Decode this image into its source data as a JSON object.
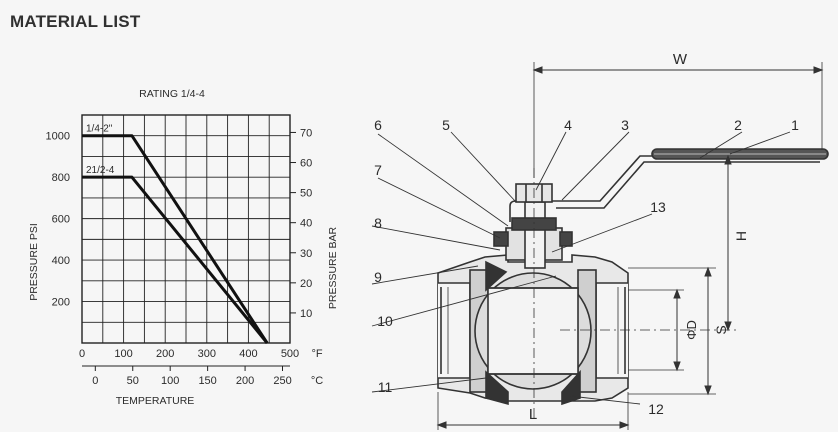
{
  "page": {
    "title": "MATERIAL LIST"
  },
  "chart_data": {
    "type": "line",
    "title": "RATING  1/4-4",
    "xlabel": "TEMPERATURE",
    "ylabel": "PRESSURE PSI",
    "y2label": "PRESSURE BAR",
    "x_unit": "°F",
    "x2_unit": "°C",
    "xlim": [
      0,
      500
    ],
    "ylim": [
      0,
      1100
    ],
    "grid": true,
    "x_ticks": [
      "0",
      "100",
      "200",
      "300",
      "400",
      "500"
    ],
    "x2_ticks": [
      "0",
      "50",
      "100",
      "150",
      "200",
      "250"
    ],
    "y_ticks": [
      "200",
      "400",
      "600",
      "800",
      "1000"
    ],
    "y2_ticks": [
      "10",
      "20",
      "30",
      "40",
      "50",
      "60",
      "70"
    ],
    "series": [
      {
        "name": "1/4-2\"",
        "x": [
          0,
          120,
          445
        ],
        "y": [
          1000,
          1000,
          0
        ]
      },
      {
        "name": "21/2-4",
        "x": [
          0,
          120,
          445
        ],
        "y": [
          800,
          800,
          0
        ]
      }
    ]
  },
  "valve": {
    "parts": [
      "1",
      "2",
      "3",
      "4",
      "5",
      "6",
      "7",
      "8",
      "9",
      "10",
      "11",
      "12",
      "13"
    ],
    "dimensions": {
      "w": "W",
      "h": "H",
      "l": "L",
      "s": "S",
      "d": "ΦD"
    }
  }
}
